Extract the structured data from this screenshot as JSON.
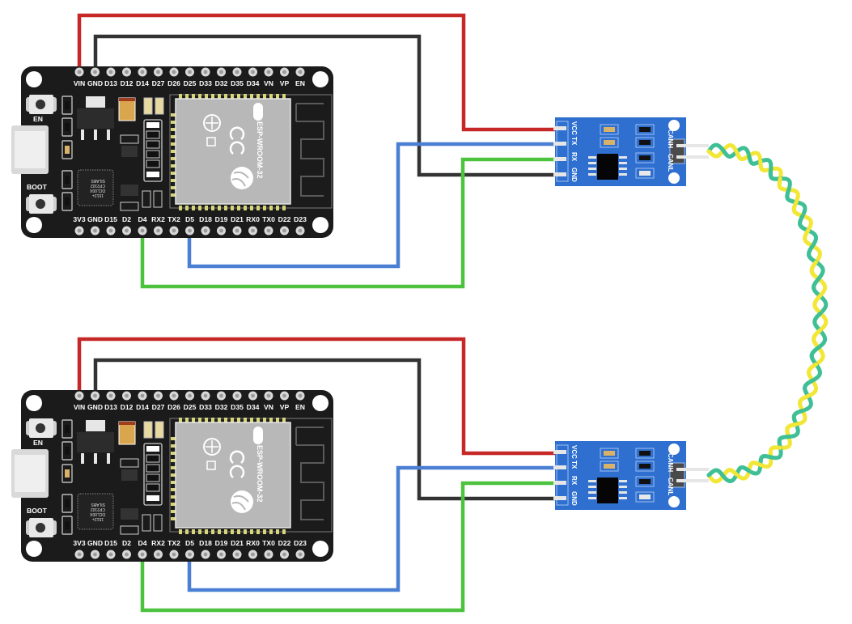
{
  "diagram": {
    "title": "ESP32 CAN bus wiring with TJA1050-style CAN transceiver modules",
    "boards": [
      {
        "id": "esp32-top",
        "type": "ESP32 DevKit",
        "module_label": "ESP-WROOM-32",
        "wifi_label": "WiFi",
        "usb_chip_label": [
          "SILABS",
          "CP2102",
          "DCL00X",
          "1512+"
        ],
        "buttons": [
          "EN",
          "BOOT"
        ],
        "top_pins": [
          "VIN",
          "GND",
          "D13",
          "D12",
          "D14",
          "D27",
          "D26",
          "D25",
          "D33",
          "D32",
          "D35",
          "D34",
          "VN",
          "VP",
          "EN"
        ],
        "bottom_pins": [
          "3V3",
          "GND",
          "D15",
          "D2",
          "D4",
          "RX2",
          "TX2",
          "D5",
          "D18",
          "D19",
          "D21",
          "RX0",
          "TX0",
          "D22",
          "D23"
        ]
      },
      {
        "id": "esp32-bottom",
        "type": "ESP32 DevKit",
        "module_label": "ESP-WROOM-32",
        "wifi_label": "WiFi",
        "usb_chip_label": [
          "SILABS",
          "CP2102",
          "DCL00X",
          "1512+"
        ],
        "buttons": [
          "EN",
          "BOOT"
        ],
        "top_pins": [
          "VIN",
          "GND",
          "D13",
          "D12",
          "D14",
          "D27",
          "D26",
          "D25",
          "D33",
          "D32",
          "D35",
          "D34",
          "VN",
          "VP",
          "EN"
        ],
        "bottom_pins": [
          "3V3",
          "GND",
          "D15",
          "D2",
          "D4",
          "RX2",
          "TX2",
          "D5",
          "D18",
          "D19",
          "D21",
          "RX0",
          "TX0",
          "D22",
          "D23"
        ]
      }
    ],
    "can_modules": [
      {
        "id": "can-top",
        "left_pins": [
          "VCC",
          "TX",
          "RX",
          "GND"
        ],
        "right_pins": [
          "CANH",
          "CANL"
        ]
      },
      {
        "id": "can-bottom",
        "left_pins": [
          "VCC",
          "TX",
          "RX",
          "GND"
        ],
        "right_pins": [
          "CANH",
          "CANL"
        ]
      }
    ],
    "connections": [
      {
        "from": "VIN",
        "to": "VCC",
        "color": "#c62828",
        "name": "power"
      },
      {
        "from": "GND",
        "to": "GND",
        "color": "#333333",
        "name": "ground"
      },
      {
        "from": "D5",
        "to": "TX",
        "color": "#4a7fd4",
        "name": "can-tx"
      },
      {
        "from": "D4",
        "to": "RX",
        "color": "#4cc23e",
        "name": "can-rx"
      }
    ],
    "bus": {
      "wires": [
        {
          "name": "CANH",
          "color": "#f2e637"
        },
        {
          "name": "CANL",
          "color": "#3fbf96"
        }
      ],
      "style": "twisted-pair"
    },
    "colors": {
      "board": "#1b1b1b",
      "module_blue": "#2f6fd0",
      "esp_shield": "#b8b8b8",
      "pin_pad": "#d8d8d8"
    }
  }
}
